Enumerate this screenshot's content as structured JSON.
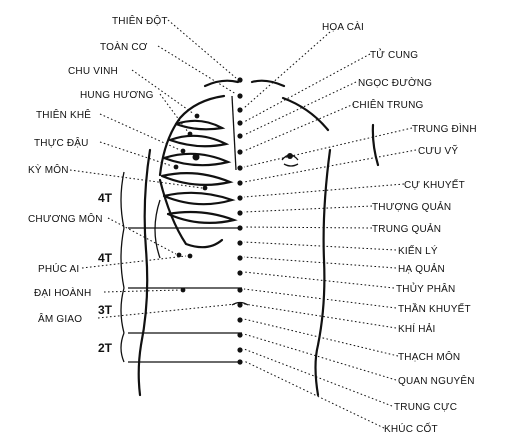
{
  "left_labels": {
    "thien_dot": "THIÊN ĐỘT",
    "toan_co": "TOÀN CƠ",
    "chu_vinh": "CHU VINH",
    "hung_huong": "HUNG HƯƠNG",
    "thien_khe": "THIÊN KHÊ",
    "thuc_dau": "THỰC ĐẬU",
    "ky_mon": "KỲ MÔN",
    "chuong_mon": "CHƯƠNG MÔN",
    "phuc_ai": "PHÚC AI",
    "dai_hoanh": "ĐẠI HOÀNH",
    "am_giao": "ÂM GIAO"
  },
  "right_labels": {
    "hoa_cai": "HỌA CÀI",
    "tu_cung": "TỬ CUNG",
    "ngoc_duong": "NGỌC ĐƯỜNG",
    "chien_trung": "CHIÊN TRUNG",
    "trung_dinh": "TRUNG ĐÌNH",
    "cuu_vy": "CƯU VỸ",
    "cu_khuyet": "CỰ KHUYẾT",
    "thuong_quan": "THƯỢNG QUẢN",
    "trung_quan": "TRUNG QUẢN",
    "kien_ly": "KIẾN LÝ",
    "ha_quan": "HẠ QUẢN",
    "thuy_phan": "THỦY PHÂN",
    "than_khuyet": "THẦN KHUYẾT",
    "khi_hai": "KHÍ HẢI",
    "thach_mon": "THẠCH MÔN",
    "quan_nguyen": "QUAN NGUYÊN",
    "trung_cuc": "TRUNG CỰC",
    "khuc_cot": "KHÚC CỐT"
  },
  "measures": {
    "m1": "4T",
    "m2": "4T",
    "m3": "3T",
    "m4": "2T"
  }
}
